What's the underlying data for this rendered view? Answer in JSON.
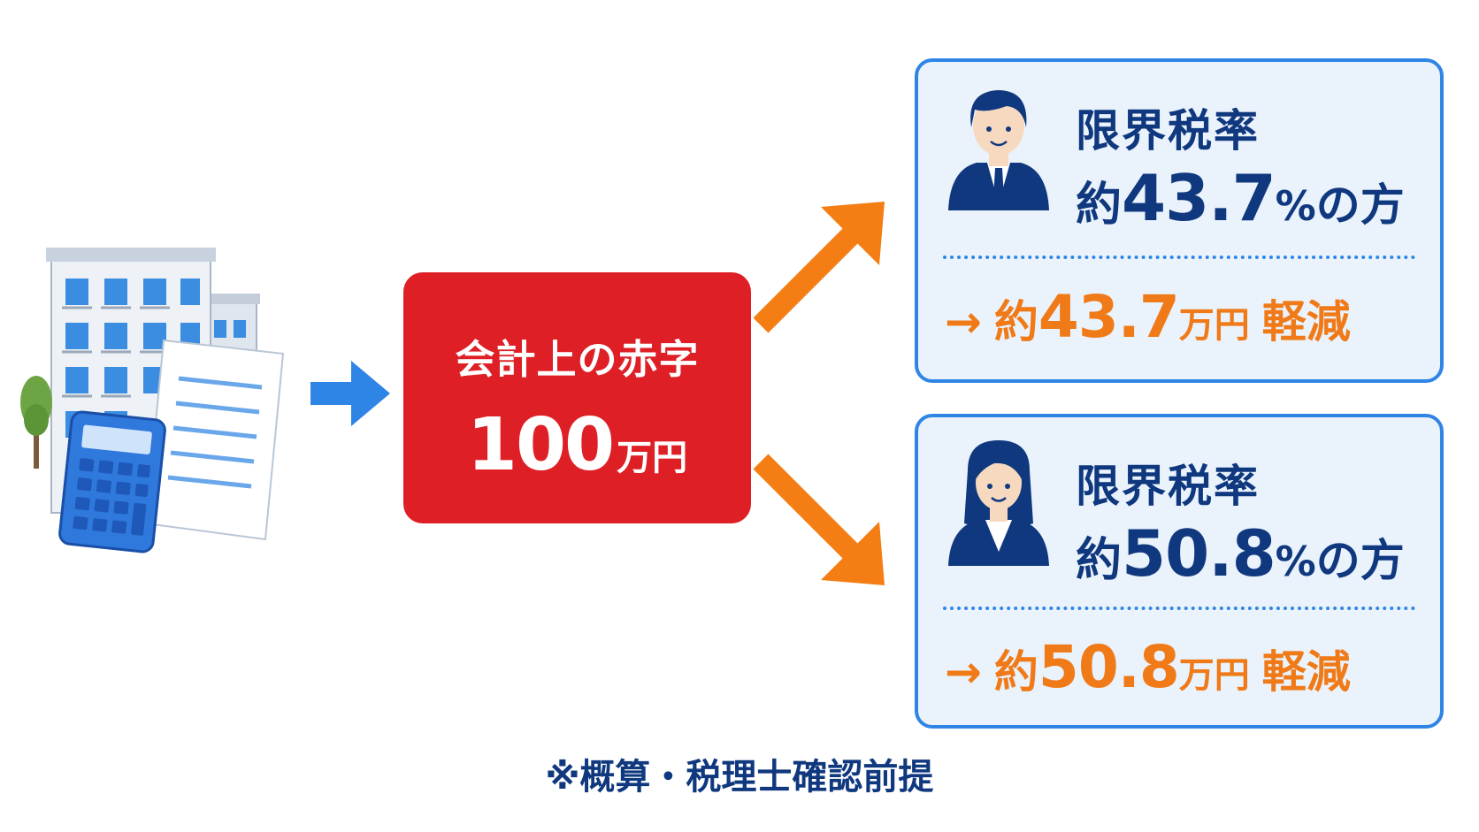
{
  "loss": {
    "label": "会計上の赤字",
    "amount_num": "100",
    "amount_unit": "万円"
  },
  "cases": [
    {
      "title": "限界税率",
      "rate_prefix": "約",
      "rate_num": "43.7",
      "rate_pct": "%",
      "rate_suffix": "の方",
      "arrow": "→",
      "reduction_prefix": "約",
      "reduction_num": "43.7",
      "reduction_unit": "万円",
      "reduction_label": "軽減"
    },
    {
      "title": "限界税率",
      "rate_prefix": "約",
      "rate_num": "50.8",
      "rate_pct": "%",
      "rate_suffix": "の方",
      "arrow": "→",
      "reduction_prefix": "約",
      "reduction_num": "50.8",
      "reduction_unit": "万円",
      "reduction_label": "軽減"
    }
  ],
  "footnote": "※概算・税理士確認前提",
  "colors": {
    "loss_red": "#de1f26",
    "navy": "#10387f",
    "blue": "#2f85e6",
    "orange": "#f07a18",
    "card_bg": "#eaf3fc"
  },
  "icons": {
    "illustration": "building-document-calculator",
    "avatar_1": "businessman-icon",
    "avatar_2": "businesswoman-icon"
  }
}
